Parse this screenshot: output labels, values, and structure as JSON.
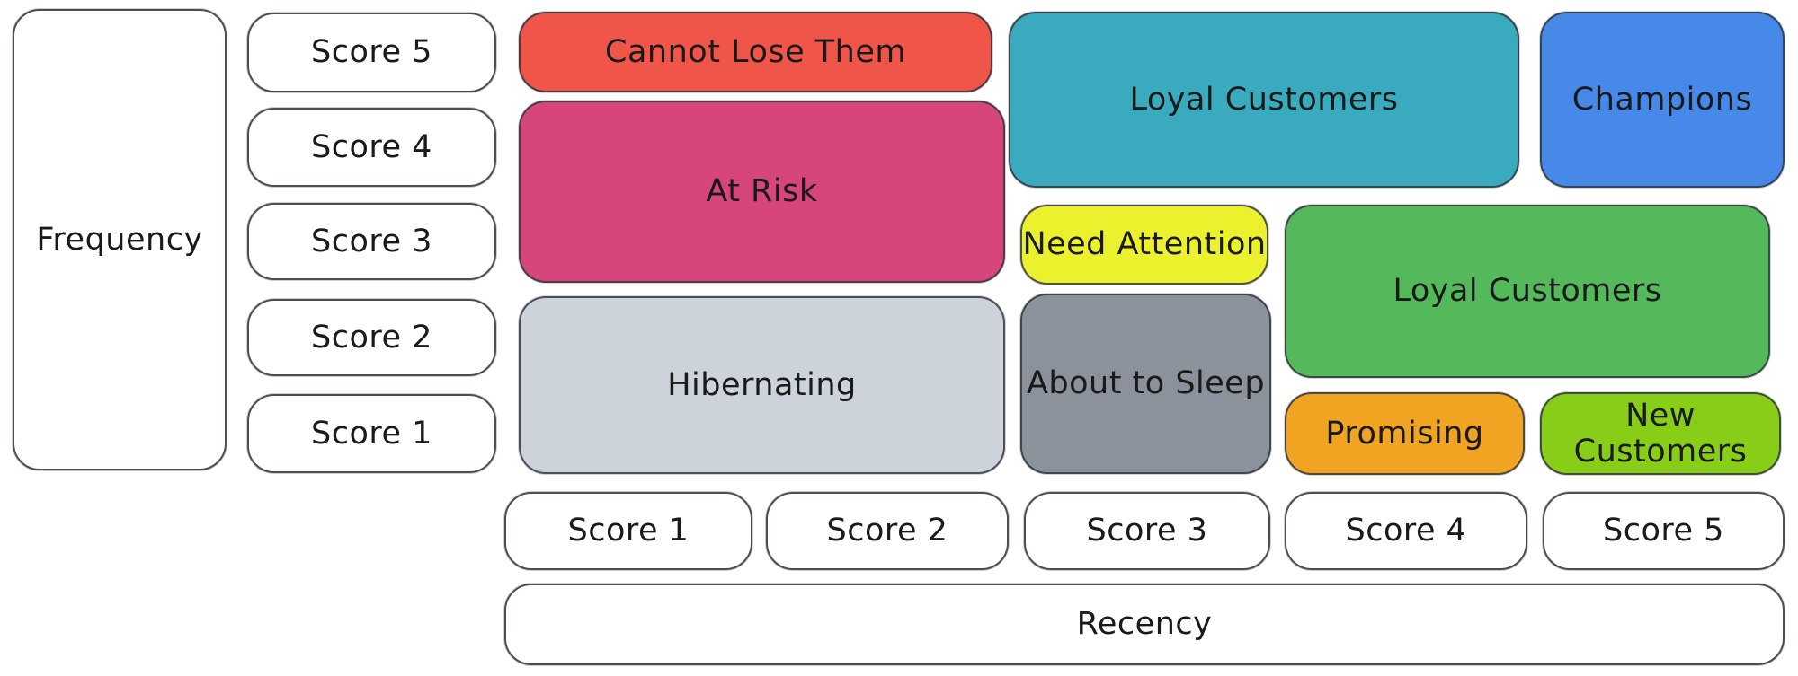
{
  "diagram": {
    "type": "rfm-customer-segmentation-matrix",
    "text_color": "#1a1a1a",
    "axes": {
      "frequency": {
        "label": "Frequency",
        "scores": [
          "Score 5",
          "Score 4",
          "Score 3",
          "Score 2",
          "Score 1"
        ]
      },
      "recency": {
        "label": "Recency",
        "scores": [
          "Score 1",
          "Score 2",
          "Score 3",
          "Score 4",
          "Score 5"
        ]
      }
    },
    "segments": {
      "cannot_lose": {
        "label": "Cannot Lose Them",
        "color": "#ef5549"
      },
      "at_risk": {
        "label": "At Risk",
        "color": "#d6457c"
      },
      "hibernating": {
        "label": "Hibernating",
        "color": "#ccd3da"
      },
      "loyal_customers_top": {
        "label": "Loyal Customers",
        "color": "#3aaabf"
      },
      "champions": {
        "label": "Champions",
        "color": "#4689e8"
      },
      "need_attention": {
        "label": "Need Attention",
        "color": "#ecf12e"
      },
      "about_to_sleep": {
        "label": "About to Sleep",
        "color": "#8b929c"
      },
      "loyal_customers_mid": {
        "label": "Loyal Customers",
        "color": "#53b95a"
      },
      "promising": {
        "label": "Promising",
        "color": "#f0a421"
      },
      "new_customers": {
        "label": "New Customers",
        "color": "#88cd18"
      }
    }
  }
}
